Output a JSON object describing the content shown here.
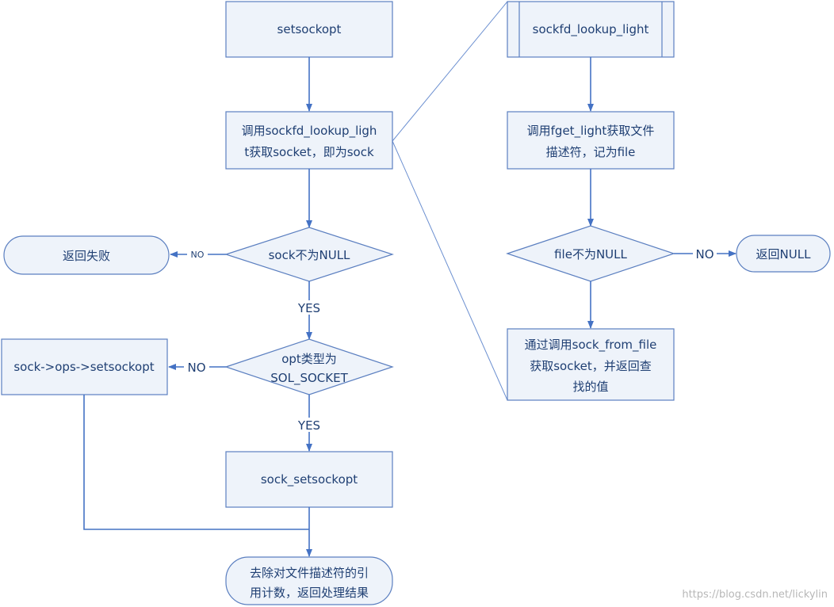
{
  "nodes": {
    "setsockopt": "setsockopt",
    "call_lookup_1": "调用sockfd_lookup_ligh",
    "call_lookup_2": "t获取socket，即为sock",
    "sock_not_null": "sock不为NULL",
    "return_fail": "返回失败",
    "opt_type_1": "opt类型为",
    "opt_type_2": "SOL_SOCKET",
    "ops_setsockopt": "sock->ops->setsockopt",
    "sock_setsockopt": "sock_setsockopt",
    "release_1": "去除对文件描述符的引",
    "release_2": "用计数，返回处理结果",
    "lookup_light": "sockfd_lookup_light",
    "fget_1": "调用fget_light获取文件",
    "fget_2": "描述符，记为file",
    "file_not_null": "file不为NULL",
    "return_null": "返回NULL",
    "from_file_1": "通过调用sock_from_file",
    "from_file_2": "获取socket，并返回查",
    "from_file_3": "找的值"
  },
  "edge_labels": {
    "no_sock": "NO",
    "yes_sock": "YES",
    "no_opt": "NO",
    "yes_opt": "YES",
    "no_file": "NO"
  },
  "watermark": "https://blog.csdn.net/lickylin",
  "colors": {
    "box_fill": "#eef3fa",
    "box_stroke": "#5b7fc0",
    "arrow": "#4472c4",
    "text": "#1f3f73"
  }
}
